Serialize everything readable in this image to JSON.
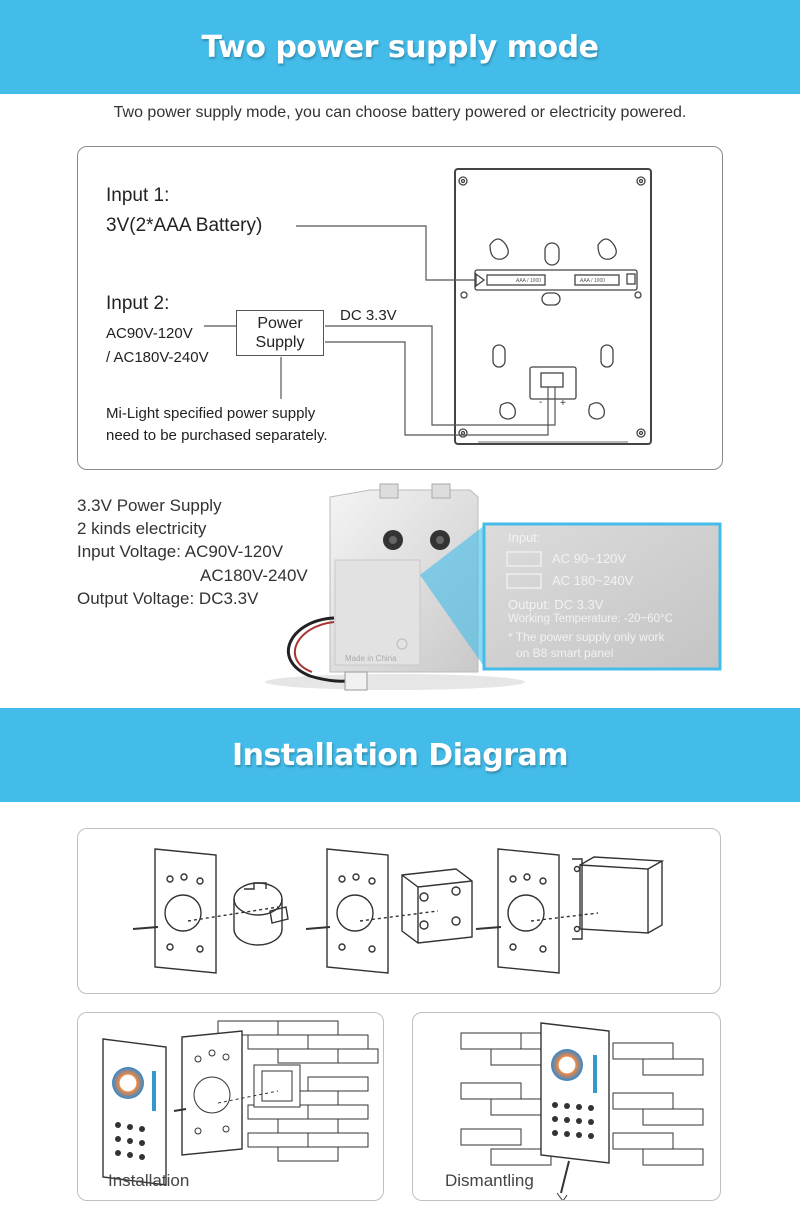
{
  "section1": {
    "title": "Two power supply mode",
    "subtitle": "Two power supply mode, you can choose battery powered or electricity powered."
  },
  "diagram": {
    "input1_heading": "Input 1:",
    "input1_detail": "3V(2*AAA Battery)",
    "input2_heading": "Input 2:",
    "ac_line1": "AC90V-120V",
    "ac_line2": "/ AC180V-240V",
    "ps_line1": "Power",
    "ps_line2": "Supply",
    "dc_label": "DC 3.3V",
    "note_line1": "Mi-Light specified power supply",
    "note_line2": "need to be purchased separately.",
    "battery_left": "AAA / 1000",
    "battery_right": "AAA / 1000",
    "terminal_minus": "-",
    "terminal_plus": "+"
  },
  "specs": {
    "line1": "3.3V Power Supply",
    "line2": "2 kinds electricity",
    "line3": "Input Voltage: AC90V-120V",
    "line4": "AC180V-240V",
    "line5": "Output Voltage: DC3.3V"
  },
  "zoom_label": {
    "input": "Input:",
    "ac1": "AC  90~120V",
    "ac2": "AC  180~240V",
    "output": "Output: DC 3.3V",
    "temp": "Working Temperature: -20~60°C",
    "note1": "* The power supply only work",
    "note2": "on B8 smart panel",
    "made_in": "Made in China"
  },
  "section2": {
    "title": "Installation Diagram"
  },
  "captions": {
    "installation": "Installation",
    "dismantling": "Dismantling"
  },
  "colors": {
    "banner": "#43bce9",
    "zoom_border": "#43bce9",
    "panel_border": "#8a8a8a"
  }
}
